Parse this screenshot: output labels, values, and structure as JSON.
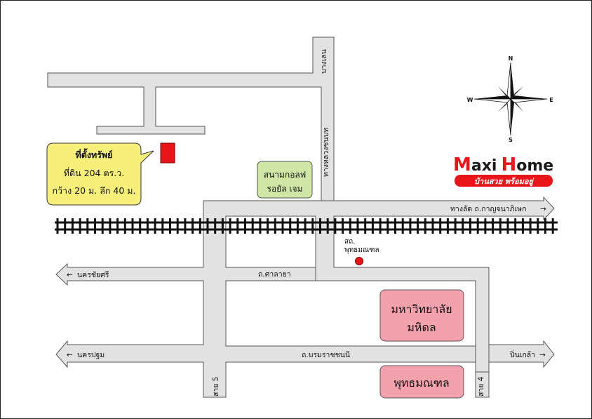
{
  "property_callout": {
    "title": "ที่ตั้งทรัพย์",
    "line1": "ที่ดิน 204 ตร.ว.",
    "line2": "กว้าง 20 ม. ลึก 40 ม."
  },
  "landmarks": {
    "golf_course": {
      "line1": "สนามกอลฟ",
      "line2": "รอยัล เจม"
    },
    "mahidol": {
      "line1": "มหาวิทยาลัย",
      "line2": "มหิดล"
    },
    "phutthamonthon": "พุทธมณฑล",
    "station": {
      "line1": "สถ.",
      "line2": "พุทธมณฑล"
    }
  },
  "roads": {
    "bang_len": "บางเลน",
    "thang_luang": "ทางหลวงชนบท",
    "kanchana_shortcut": "ทางลัด ถ.กาญจนาภิเษก",
    "sala_ya": "ถ.ศาลายา",
    "nakhon_chai_si": "นครชัยศรี",
    "borommaratchachonnani": "ถ.บรมราชชนนี",
    "nakhon_pathom": "นครปฐม",
    "pin_klao": "ปิ่นเกล้า",
    "sai_5": "สาย 5",
    "sai_4": "สาย 4"
  },
  "compass": {
    "n": "N",
    "s": "S",
    "e": "E",
    "w": "W"
  },
  "brand": {
    "maxi": "Maxi",
    "home": "Home",
    "m_initial": "M",
    "h_initial": "H",
    "maxi_rest": "axi",
    "home_rest": "ome",
    "tagline": "บ้านสวย พร้อมอยู่",
    "color_red": "#e8161b",
    "color_dark": "#1a1a1a"
  },
  "colors": {
    "road_fill": "#e2e2e2",
    "road_stroke": "#555555",
    "callout_fill": "#f6f07a",
    "golf_fill": "#cfe6a6",
    "pink_fill": "#f2a1ad",
    "property_red": "#e8161b"
  }
}
